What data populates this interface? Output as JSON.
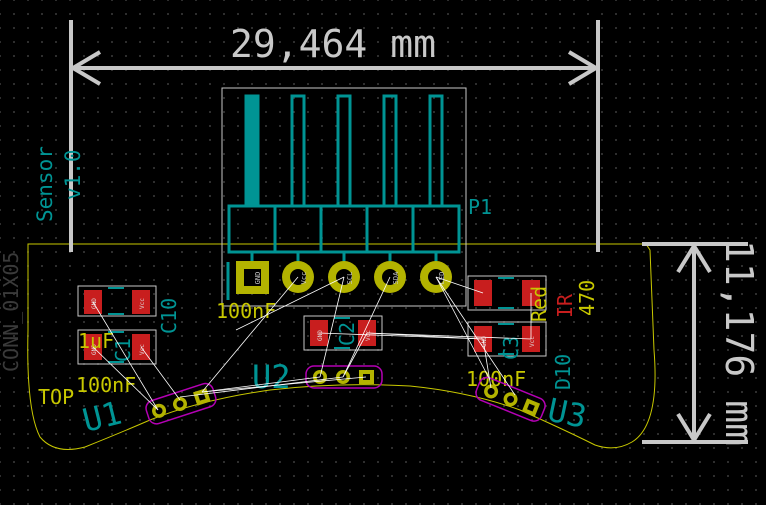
{
  "dimensions": {
    "width_label": "29,464 mm",
    "height_label": "11,176 mm"
  },
  "silkscreen": {
    "sensor_label": "Sensor",
    "version_label": "v1.0",
    "conn_label": "CONN_01X05",
    "p1_label": "P1",
    "top_label": "TOP",
    "d10_label": "D10",
    "r470_label": "470",
    "red_label": "Red",
    "ir_label": "IR"
  },
  "components": {
    "u1": "U1",
    "u2": "U2",
    "u3": "U3",
    "c1": "C1",
    "c2": "C2",
    "c3": "C3",
    "c10": "C10",
    "cap_left_top_value": "1uF",
    "cap_left_bottom_value": "100nF",
    "cap_center_value": "100nF",
    "cap_right_value": "100nF"
  },
  "pads": {
    "p1_pin1": "GND",
    "p1_pin2": "Vcc",
    "p1_pin3": "SCL",
    "p1_pin4": "SDA",
    "p1_pin5": "LED",
    "cap_gnd": "GND",
    "cap_vcc": "Vcc"
  },
  "colors": {
    "background": "#000000",
    "grid": "#3a3a3a",
    "copper_front": "#b3b300",
    "silk": "#009494",
    "dimension": "#c8c8c8",
    "board_edge": "#c8c800",
    "pad_red": "#c81e1e",
    "ratsnest": "#ffffff",
    "footprint_outline": "#b400b4"
  }
}
